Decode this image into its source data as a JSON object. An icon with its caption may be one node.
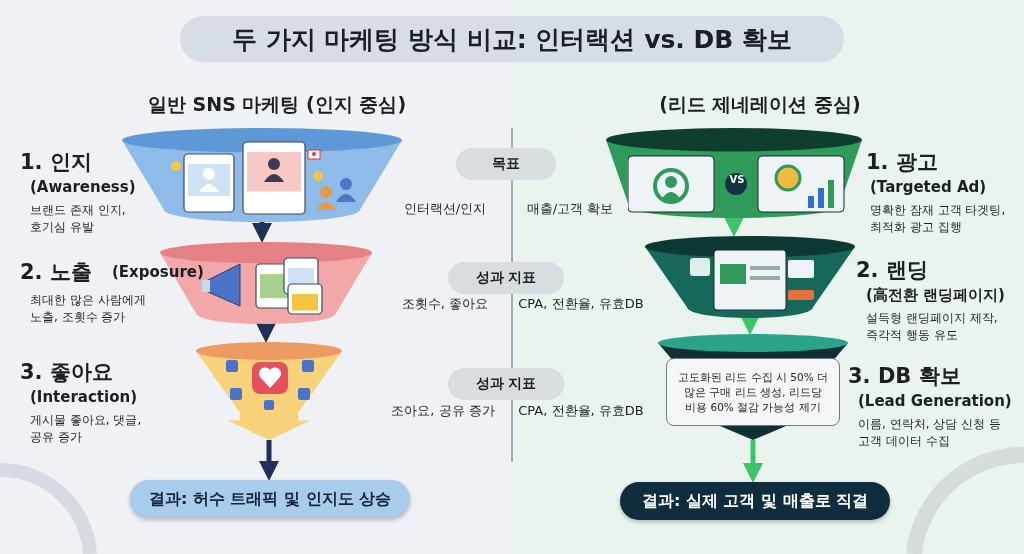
{
  "diagram": {
    "title": "두 가지 마케팅 방식 비교: 인터랙션 vs. DB 확보",
    "nodes": [
      {
        "text": [],
        "shape": "funnel",
        "beside": [
          "1. 인지",
          "(Awareness)",
          "브랜드 존재 인지, 호기심 유발"
        ]
      },
      {
        "text": [],
        "shape": "funnel",
        "beside": [
          "2. 노출",
          "(Exposure)",
          "최대한 많은 사람에게 노출, 조횟수 증가"
        ]
      },
      {
        "text": [],
        "shape": "funnel",
        "beside": [
          "3. 좋아요",
          "(Interaction)",
          "게시물 좋아요, 댓글, 공유 증가"
        ]
      },
      {
        "text": [
          "결과: 허수 트래픽 및 인지도 상승"
        ]
      },
      {
        "text": [],
        "shape": "funnel",
        "beside": [
          "1. 광고",
          "(Targeted Ad)",
          "명확한 잠재 고객 타겟팅, 최적화 광고 집행"
        ]
      },
      {
        "text": [],
        "shape": "funnel",
        "beside": [
          "2. 랜딩",
          "(高전환 랜딩페이지)",
          "설득형 랜딩페이지 제작, 즉각적 행동 유도"
        ]
      },
      {
        "text": [],
        "shape": "funnel",
        "beside": [
          "3. DB 확보",
          "(Lead Generation)",
          "이름, 연락처, 상담 신청 등 고객 데이터 수집"
        ]
      },
      {
        "text": [
          "고도화된 리드 수집 시 50% 더 많은 구매 리드 생성, 리드당 비용 60% 절감 가능성 제기"
        ],
        "in": 6
      },
      {
        "text": [
          "결과: 실제 고객 및 매출로 직결"
        ]
      },
      {
        "text": [
          "목표"
        ]
      },
      {
        "text": [
          "성과 지표"
        ]
      },
      {
        "text": [
          "성과 지표"
        ]
      }
    ],
    "edges": [
      {
        "from": 0,
        "to": 1,
        "arrow": "to"
      },
      {
        "from": 1,
        "to": 2,
        "arrow": "to"
      },
      {
        "from": 2,
        "to": 3,
        "arrow": "to"
      },
      {
        "from": 4,
        "to": 5,
        "arrow": "to",
        "color": "#3cc46a"
      },
      {
        "from": 5,
        "to": 6,
        "arrow": "to",
        "color": "#3cc46a"
      },
      {
        "from": 6,
        "to": 8,
        "arrow": "to",
        "color": "#3cc46a"
      }
    ],
    "labels": [
      "VS",
      "일반 SNS 마케팅 (인지 중심)",
      "(리드 제네레이션 중심)",
      "인터랙션/인지",
      "매출/고객 확보",
      "조횟수, 좋아요",
      "CPA, 전환율, 유효DB",
      "조아요, 공유 증가",
      "CPA, 전환율, 유효DB"
    ]
  }
}
